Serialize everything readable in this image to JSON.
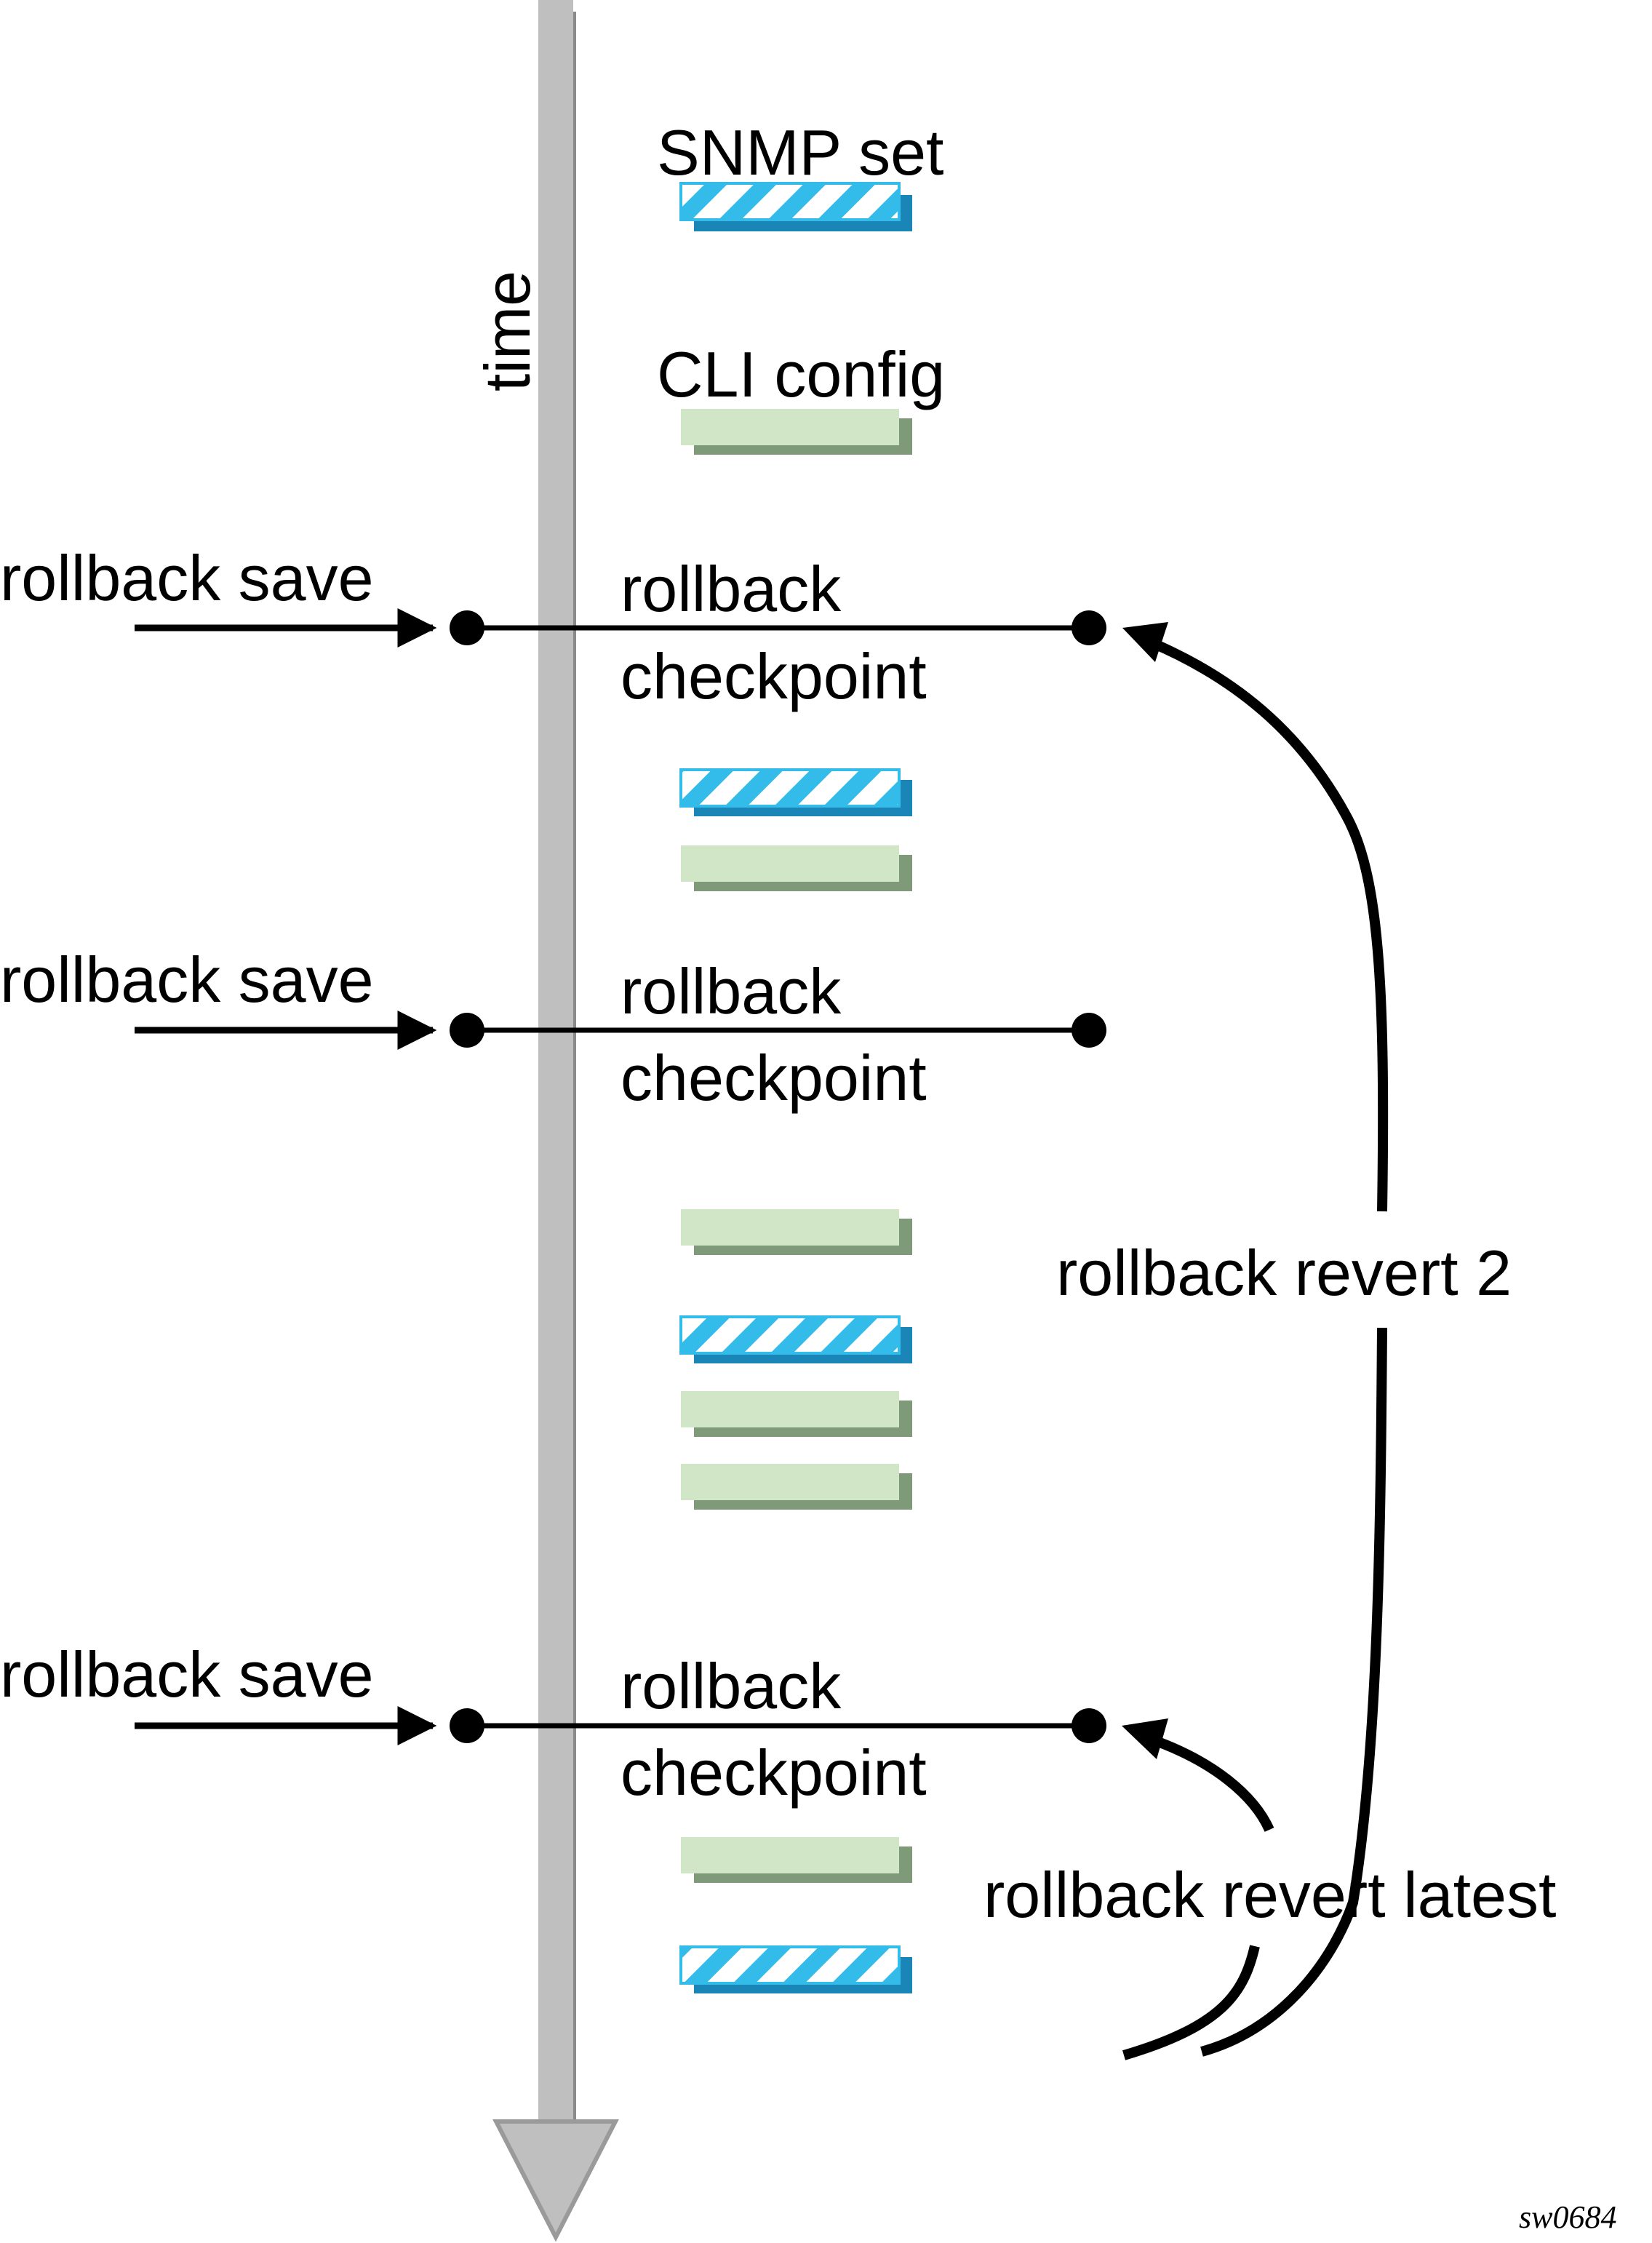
{
  "axis": {
    "label": "time"
  },
  "legend": {
    "snmp_label": "SNMP set",
    "cli_label": "CLI config"
  },
  "checkpoints": [
    {
      "action_label": "rollback save",
      "line1": "rollback",
      "line2": "checkpoint"
    },
    {
      "action_label": "rollback save",
      "line1": "rollback",
      "line2": "checkpoint"
    },
    {
      "action_label": "rollback save",
      "line1": "rollback",
      "line2": "checkpoint"
    }
  ],
  "config_changes": [
    {
      "type": "SNMP set"
    },
    {
      "type": "CLI config"
    },
    {
      "type": "CLI config"
    },
    {
      "type": "SNMP set"
    },
    {
      "type": "CLI config"
    },
    {
      "type": "CLI config"
    },
    {
      "type": "CLI config"
    },
    {
      "type": "SNMP set"
    }
  ],
  "reverts": {
    "revert_2_label": "rollback revert 2",
    "revert_latest_label": "rollback revert latest"
  },
  "figure_id": "sw0684",
  "colors": {
    "snmp_stripe": "#33bbea",
    "snmp_shadow": "#1a86b8",
    "cli_fill": "#d1e6c6",
    "cli_shadow": "#7e9a78",
    "timeline": "#bfbfbf",
    "timeline_shadow": "#8a8a8a"
  }
}
